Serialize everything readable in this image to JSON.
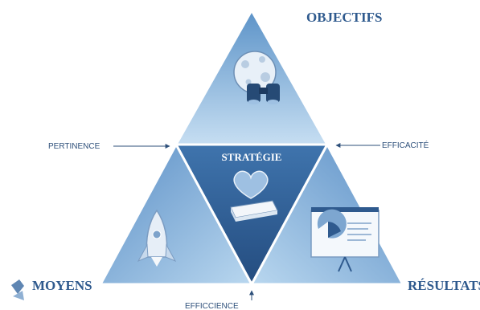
{
  "vertices": {
    "top": "OBJECTIFS",
    "bottom_left": "MOYENS",
    "bottom_right": "RÉSULTATS"
  },
  "center": "STRATÉGIE",
  "relations": {
    "left": "PERTINENCE",
    "right": "EFFICACITÉ",
    "bottom": "EFFICCIENCE"
  },
  "colors": {
    "background": "#ffffff",
    "triangle_light": "#a9cce8",
    "triangle_mid": "#6f9fce",
    "triangle_dark": "#2f5f97",
    "outline": "#ffffff",
    "label": "#2f5a8e"
  },
  "icons": {
    "top": "moon-binoculars-icon",
    "center": "heart-book-icon",
    "bottom_left": "rocket-icon",
    "bottom_right": "presentation-board-icon",
    "corner_logo": "small-logo-icon"
  }
}
